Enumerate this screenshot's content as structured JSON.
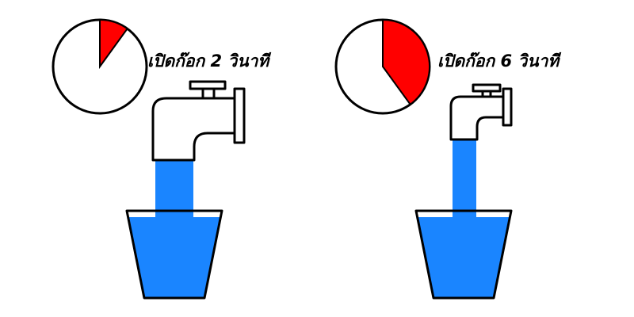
{
  "panels": [
    {
      "caption": "เปิดก๊อก 2 วินาที",
      "dial_fraction": 0.1,
      "flow_level": "wide"
    },
    {
      "caption": "เปิดก๊อก 6 วินาที",
      "dial_fraction": 0.4,
      "flow_level": "narrow"
    }
  ],
  "colors": {
    "dial_fill": "#ff0000",
    "water": "#1a85ff",
    "outline": "#000000",
    "background": "#ffffff"
  },
  "icons": [
    "clock-dial-icon",
    "faucet-icon",
    "bucket-icon"
  ]
}
